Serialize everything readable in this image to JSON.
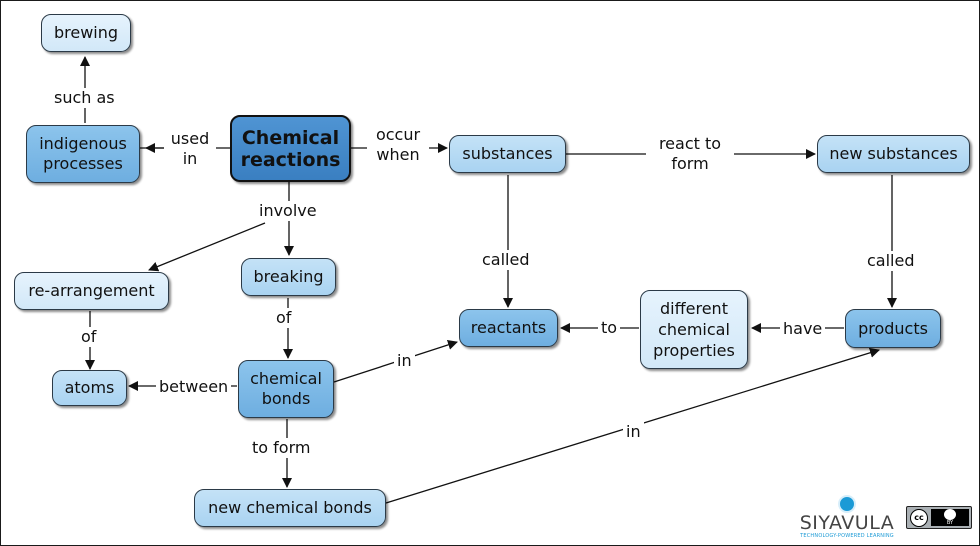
{
  "nodes": {
    "brewing": "brewing",
    "chemical_reactions": "Chemical reactions",
    "indigenous_processes": "indigenous processes",
    "substances": "substances",
    "new_substances": "new substances",
    "re_arrangement": "re-arrangement",
    "breaking": "breaking",
    "atoms": "atoms",
    "chemical_bonds": "chemical bonds",
    "reactants": "reactants",
    "different_chemical_properties": "different chemical properties",
    "products": "products",
    "new_chemical_bonds": "new chemical bonds"
  },
  "links": {
    "such_as": "such as",
    "used_in": "used in",
    "occur_when": "occur when",
    "react_to_form": "react to form",
    "involve": "involve",
    "called_reactants": "called",
    "called_products": "called",
    "of_atoms": "of",
    "of_bonds": "of",
    "between": "between",
    "in_reactants": "in",
    "to": "to",
    "have": "have",
    "to_form": "to form",
    "in_products": "in"
  },
  "branding": {
    "name": "SIYAVULA",
    "tagline": "TECHNOLOGY-POWERED LEARNING",
    "license_cc": "cc",
    "license_by": "BY"
  },
  "colors": {
    "main_node": "#3a7fc1",
    "mid_node": "#6eaee0",
    "light_node": "#a9d3f1",
    "pale_node": "#d2e8f8",
    "brand_blue": "#1b9ad6"
  }
}
